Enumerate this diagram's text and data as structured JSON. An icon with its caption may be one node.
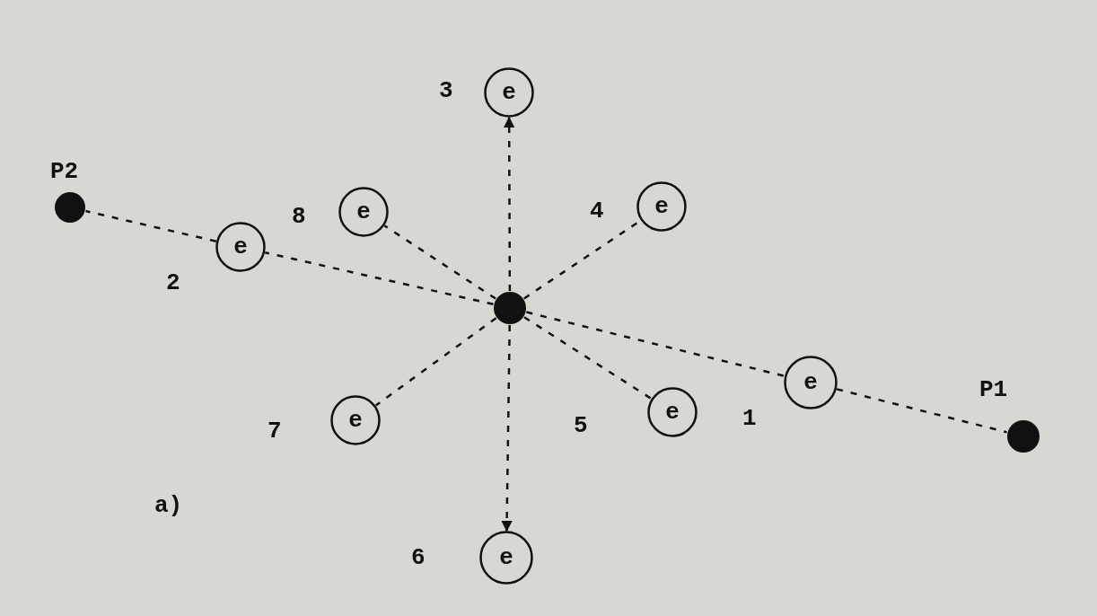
{
  "diagram": {
    "nodes": [
      {
        "text": [
          "e"
        ],
        "beside": [
          "3"
        ]
      },
      {
        "text": [],
        "shape": "circle",
        "beside": [
          "P2"
        ]
      },
      {
        "text": [
          "e"
        ],
        "beside": [
          "8"
        ]
      },
      {
        "text": [
          "e"
        ],
        "beside": [
          "4"
        ]
      },
      {
        "text": [
          "e"
        ],
        "beside": [
          "2"
        ]
      },
      {
        "text": [],
        "shape": "circle"
      },
      {
        "text": [
          "e"
        ],
        "beside": [
          "1"
        ]
      },
      {
        "text": [],
        "shape": "circle",
        "beside": [
          "P1"
        ]
      },
      {
        "text": [
          "e"
        ],
        "beside": [
          "7"
        ]
      },
      {
        "text": [
          "e"
        ],
        "beside": [
          "5"
        ]
      },
      {
        "text": [
          "e"
        ],
        "beside": [
          "6"
        ]
      }
    ],
    "edges": [
      {
        "from": 5,
        "to": 0,
        "arrow": "to",
        "style": "dashed"
      },
      {
        "from": 5,
        "to": 2,
        "arrow": "none",
        "style": "dashed"
      },
      {
        "from": 5,
        "to": 3,
        "arrow": "none",
        "style": "dashed"
      },
      {
        "from": 5,
        "to": 4,
        "arrow": "none",
        "style": "dashed"
      },
      {
        "from": 4,
        "to": 1,
        "arrow": "none",
        "style": "dashed"
      },
      {
        "from": 5,
        "to": 6,
        "arrow": "none",
        "style": "dashed"
      },
      {
        "from": 6,
        "to": 7,
        "arrow": "none",
        "style": "dashed"
      },
      {
        "from": 5,
        "to": 9,
        "arrow": "none",
        "style": "dashed"
      },
      {
        "from": 5,
        "to": 8,
        "arrow": "none",
        "style": "dashed"
      },
      {
        "from": 5,
        "to": 10,
        "arrow": "to",
        "style": "dashed"
      }
    ],
    "labels": [
      "a)"
    ]
  }
}
